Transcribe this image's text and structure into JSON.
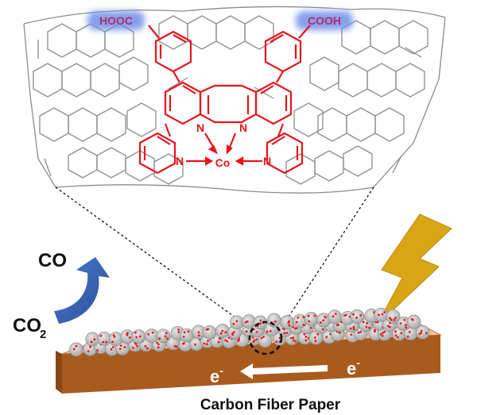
{
  "labels": {
    "acid_left": "HOOC",
    "acid_right": "COOH",
    "metal": "Co",
    "n1": "N",
    "n2": "N",
    "n3": "N",
    "n4": "N",
    "product": "CO",
    "reactant_main": "CO",
    "reactant_sub": "2",
    "electron_left": "e",
    "electron_right": "e",
    "electron_charge_left": "-",
    "electron_charge_right": "-",
    "substrate": "Carbon Fiber Paper"
  },
  "colors": {
    "complex": "#e8141b",
    "nanotube": "#8c8c8c",
    "acid_glow": "#6f8fe8",
    "acid_text": "#b0306a",
    "arrow": "#3a63b5",
    "lightning": "#d9a514",
    "paper_top": "#f6c9a0",
    "paper_front": "#a95b1e",
    "particle": "#c8c8c8",
    "particle_dot": "#e41e24",
    "text": "#111111"
  },
  "icons": {
    "conversion_arrow": "curved-arrow-icon",
    "energy": "lightning-bolt-icon",
    "electron_flow": "left-arrow-icon",
    "highlight": "dashed-circle-icon"
  }
}
